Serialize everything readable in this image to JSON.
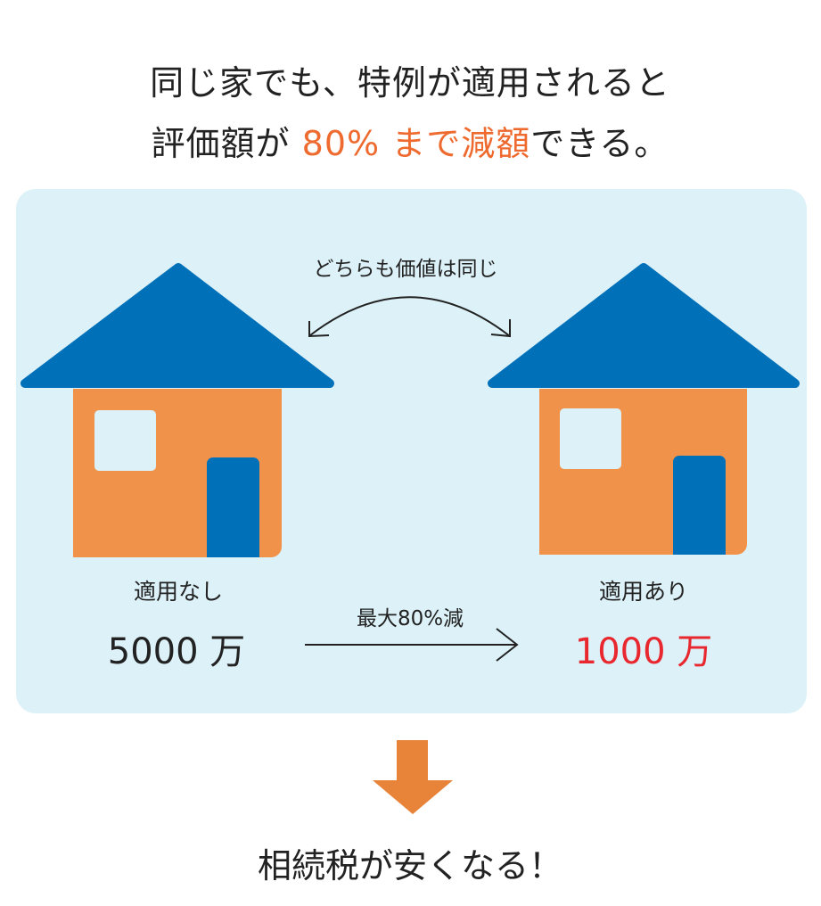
{
  "headline": {
    "line1": "同じ家でも、特例が適用されると",
    "line2_prefix": "評価額が ",
    "line2_highlight": "80% まで減額",
    "line2_suffix": "できる。"
  },
  "comparison": {
    "same_value_label": "どちらも価値は同じ",
    "left": {
      "label": "適用なし",
      "value": "5000 万"
    },
    "right": {
      "label": "適用あり",
      "value": "1000 万"
    },
    "reduction_label": "最大80%減"
  },
  "conclusion": "相続税が安くなる！",
  "colors": {
    "panel": "#dcf1f8",
    "roof": "#0070b9",
    "wall": "#f0924a",
    "highlight": "#ee6a2e",
    "reduced_value": "#e8282e",
    "down_arrow": "#e8833a"
  }
}
